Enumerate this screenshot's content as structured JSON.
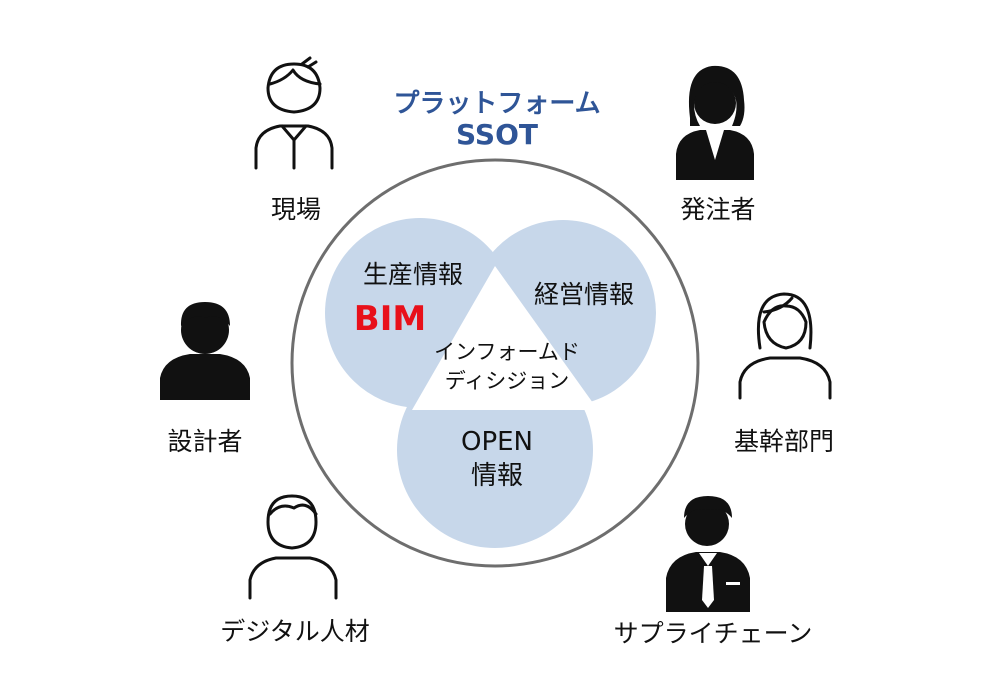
{
  "platform": {
    "line1": "プラットフォーム",
    "line2": "SSOT"
  },
  "center": {
    "line1": "インフォームド",
    "line2": "ディシジョン"
  },
  "circles": {
    "production": {
      "label": "生産情報",
      "highlight": "BIM"
    },
    "management": {
      "label": "経営情報"
    },
    "open": {
      "line1": "OPEN",
      "line2": "情報"
    }
  },
  "stakeholders": {
    "site": "現場",
    "client": "発注者",
    "designer": "設計者",
    "core_dept": "基幹部門",
    "digital_talent": "デジタル人材",
    "supply_chain": "サプライチェーン"
  },
  "colors": {
    "platform_text": "#2f5597",
    "highlight_text": "#e8101a",
    "circle_fill": "#c7d7ea",
    "outer_ring": "#6e6e6e",
    "text": "#111111"
  }
}
